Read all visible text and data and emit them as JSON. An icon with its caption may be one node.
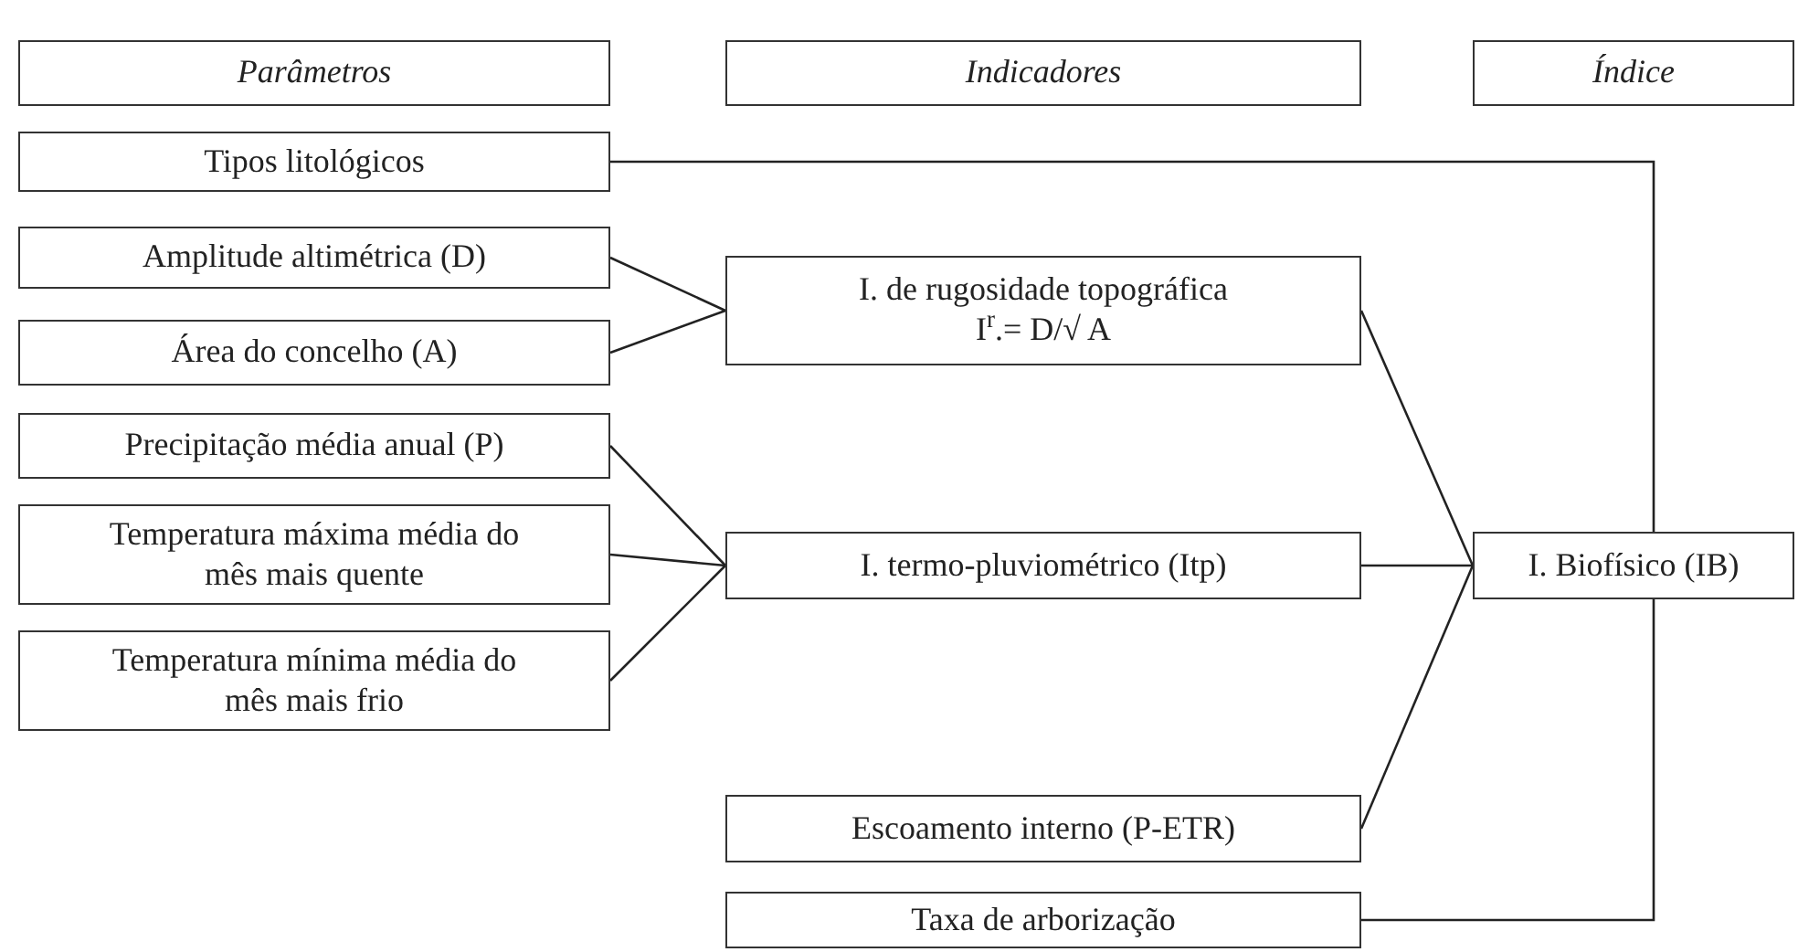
{
  "diagram": {
    "nodes": [
      {
        "text": [
          "Parâmetros"
        ]
      },
      {
        "text": [
          "Indicadores"
        ]
      },
      {
        "text": [
          "Índice"
        ]
      },
      {
        "text": [
          "Tipos litológicos"
        ]
      },
      {
        "text": [
          "Amplitude altimétrica (D)"
        ]
      },
      {
        "text": [
          "Área do concelho (A)"
        ]
      },
      {
        "text": [
          "I. de rugosidade topográfica",
          "I$^{r}$.= D/√ A"
        ]
      },
      {
        "text": [
          "Precipitação média anual (P)"
        ]
      },
      {
        "text": [
          "Temperatura máxima média do mês mais quente"
        ]
      },
      {
        "text": [
          "Temperatura mínima média do mês mais frio"
        ]
      },
      {
        "text": [
          "I. termo-pluviométrico (Itp)"
        ]
      },
      {
        "text": [
          "I. Biofísico (IB)"
        ]
      },
      {
        "text": [
          "Escoamento interno (P-ETR)"
        ]
      },
      {
        "text": [
          "Taxa de arborização"
        ]
      }
    ],
    "edges": [
      {
        "from": 4,
        "to": 6,
        "arrow": "none"
      },
      {
        "from": 5,
        "to": 6,
        "arrow": "none"
      },
      {
        "from": 7,
        "to": 10,
        "arrow": "none"
      },
      {
        "from": 8,
        "to": 10,
        "arrow": "none"
      },
      {
        "from": 9,
        "to": 10,
        "arrow": "none"
      },
      {
        "from": 3,
        "to": 11,
        "arrow": "none"
      },
      {
        "from": 6,
        "to": 11,
        "arrow": "none"
      },
      {
        "from": 10,
        "to": 11,
        "arrow": "none"
      },
      {
        "from": 12,
        "to": 11,
        "arrow": "none"
      },
      {
        "from": 13,
        "to": 11,
        "arrow": "none"
      }
    ]
  }
}
